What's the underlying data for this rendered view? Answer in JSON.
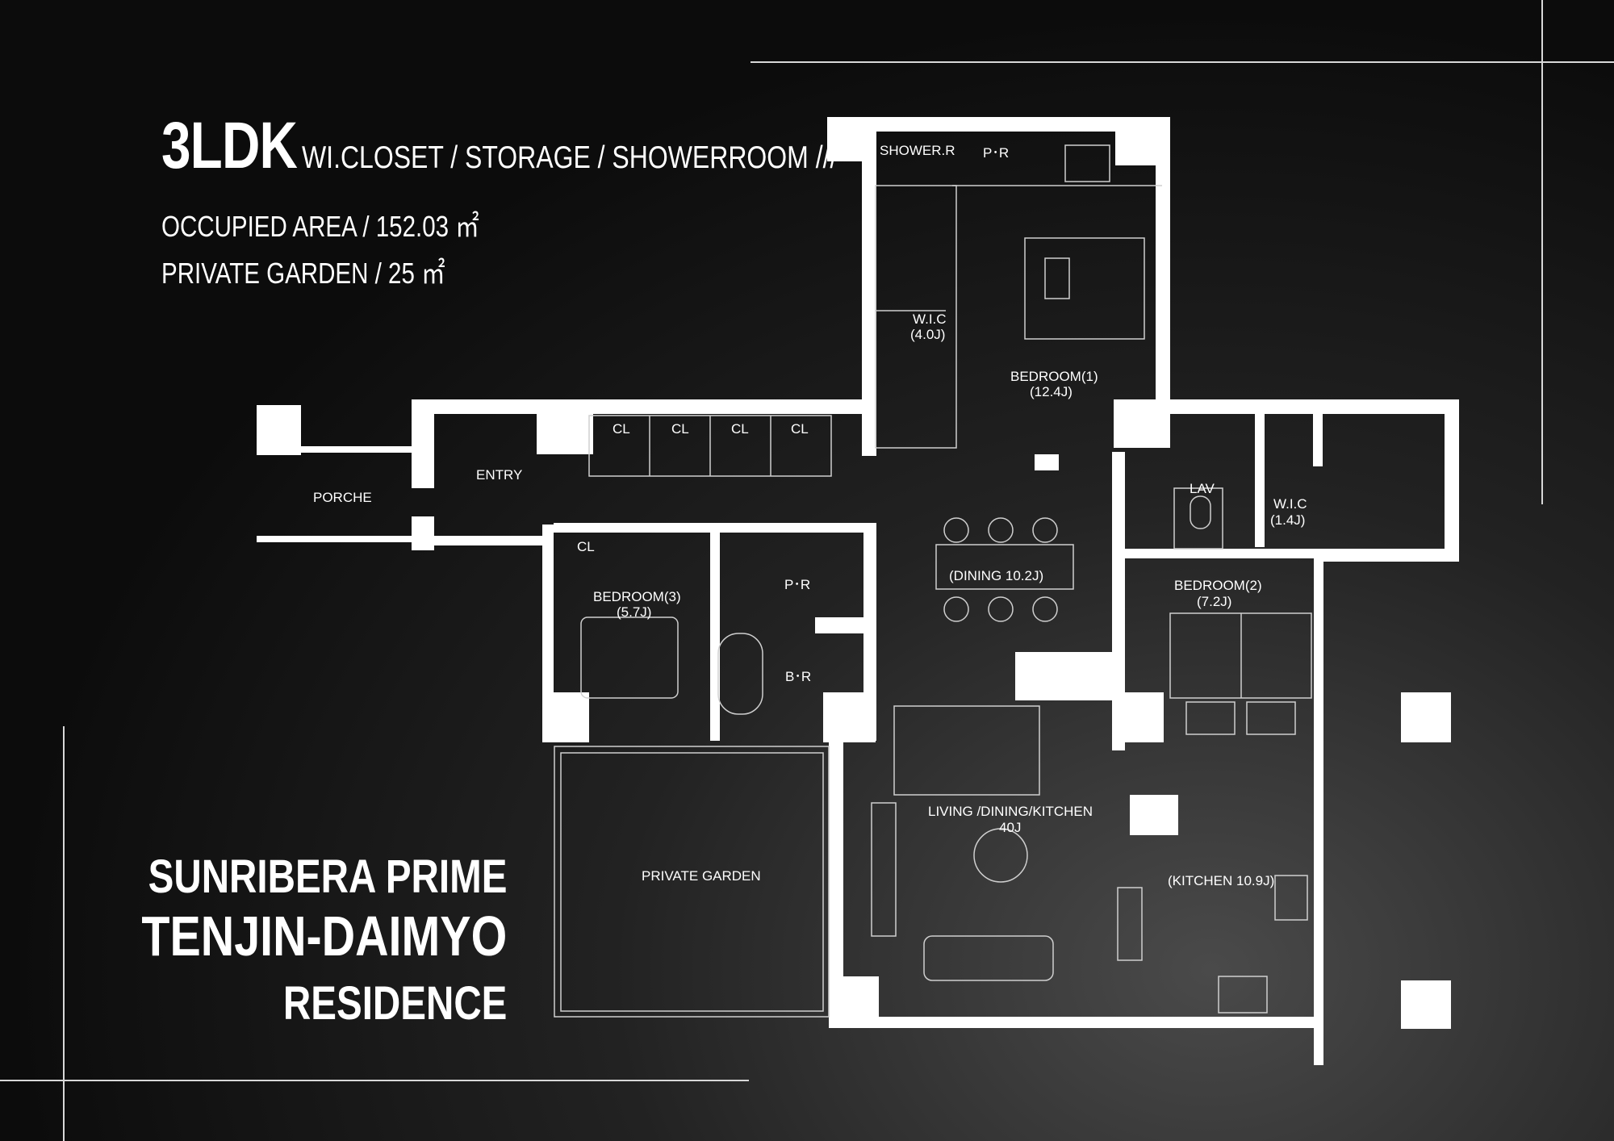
{
  "header": {
    "plan_type": "3LDK",
    "features": "WI.CLOSET / STORAGE / SHOWERROOM ///",
    "occupied_area": "OCCUPIED AREA / 152.03 ㎡",
    "private_garden": "PRIVATE GARDEN / 25 ㎡"
  },
  "property": {
    "line1": "SUNRIBERA PRIME",
    "line2": "TENJIN-DAIMYO",
    "line3": "RESIDENCE"
  },
  "rooms": {
    "shower": "SHOWER.R",
    "pr_top": "P･R",
    "wic1": "W.I.C",
    "wic1_size": "(4.0J)",
    "bedroom1": "BEDROOM(1)",
    "bedroom1_size": "(12.4J)",
    "cl1": "CL",
    "cl2": "CL",
    "cl3": "CL",
    "cl4": "CL",
    "entry": "ENTRY",
    "porche": "PORCHE",
    "cl_bed3": "CL",
    "bedroom3": "BEDROOM(3)",
    "bedroom3_size": "(5.7J)",
    "pr_mid": "P･R",
    "br": "B･R",
    "dining": "(DINING 10.2J)",
    "lav": "LAV",
    "wic2": "W.I.C",
    "wic2_size": "(1.4J)",
    "bedroom2": "BEDROOM(2)",
    "bedroom2_size": "(7.2J)",
    "ldk": "LIVING /DINING/KITCHEN",
    "ldk_size": "40J",
    "garden": "PRIVATE GARDEN",
    "kitchen": "(KITCHEN 10.9J)"
  }
}
